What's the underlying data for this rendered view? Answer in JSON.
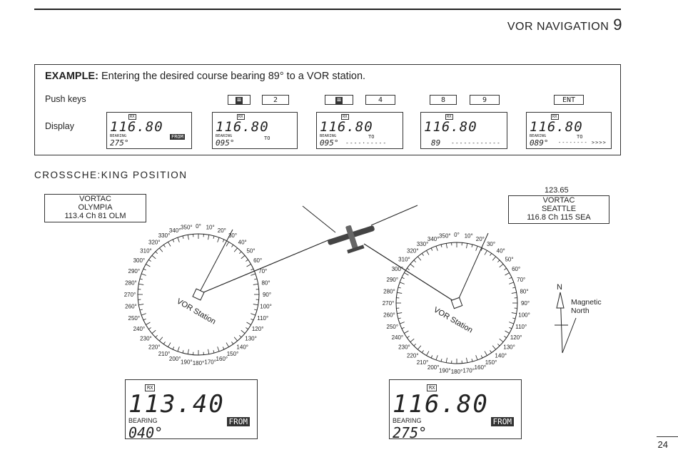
{
  "header": {
    "section": "VOR NAVIGATION",
    "chapter": "9"
  },
  "example": {
    "title_bold": "EXAMPLE:",
    "title_text": "Entering the desired course bearing 89° to a VOR station.",
    "push_keys_label": "Push keys",
    "display_label": "Display",
    "keys": [
      {
        "label": "≡",
        "inverted": true
      },
      {
        "label": "2",
        "inverted": false
      },
      {
        "label": "≡",
        "inverted": true
      },
      {
        "label": "4",
        "inverted": false
      },
      {
        "label": "8",
        "inverted": false
      },
      {
        "label": "9",
        "inverted": false
      },
      {
        "label": "ENT",
        "inverted": false
      }
    ],
    "displays": [
      {
        "rx": "RX",
        "freq": "116.80",
        "bearing_label": "BEARING",
        "bearing": "275°",
        "flag": "FROM",
        "dashes": ""
      },
      {
        "rx": "RX",
        "freq": "116.80",
        "bearing_label": "BEARING",
        "bearing": "095°",
        "flag": "TO",
        "dashes": ""
      },
      {
        "rx": "RX",
        "freq": "116.80",
        "bearing_label": "BEARING",
        "bearing": "095°",
        "flag": "TO",
        "dashes": "----·-----"
      },
      {
        "rx": "RX",
        "freq": "116.80",
        "bearing_label": "",
        "bearing": "89",
        "flag": "",
        "dashes": "------------"
      },
      {
        "rx": "RX",
        "freq": "116.80",
        "bearing_label": "BEARING",
        "bearing": "089°",
        "flag": "TO",
        "dashes": "-------- >>>>"
      }
    ]
  },
  "crosscheck": {
    "title": "CROSSCHE:KING POSITION"
  },
  "stations": {
    "left": {
      "line1": "VORTAC",
      "line2": "OLYMPIA",
      "line3": "113.4 Ch 81 OLM",
      "label": "VOR Station"
    },
    "right": {
      "top": "123.65",
      "line1": "VORTAC",
      "line2": "SEATTLE",
      "line3": "116.8 Ch 115 SEA",
      "label": "VOR Station"
    }
  },
  "compass_ticks": [
    "0°",
    "10°",
    "20°",
    "30°",
    "40°",
    "50°",
    "60°",
    "70°",
    "80°",
    "90°",
    "100°",
    "110°",
    "120°",
    "130°",
    "140°",
    "150°",
    "160°",
    "170°",
    "180°",
    "190°",
    "200°",
    "210°",
    "220°",
    "230°",
    "240°",
    "250°",
    "260°",
    "270°",
    "280°",
    "290°",
    "300°",
    "310°",
    "320°",
    "330°",
    "340°",
    "350°"
  ],
  "north": {
    "n": "N",
    "text1": "Magnetic",
    "text2": "North"
  },
  "big_displays": [
    {
      "rx": "RX",
      "freq": "113.40",
      "bearing_label": "BEARING",
      "bearing": "040°",
      "flag": "FROM"
    },
    {
      "rx": "RX",
      "freq": "116.80",
      "bearing_label": "BEARING",
      "bearing": "275°",
      "flag": "FROM"
    }
  ],
  "page_number": "24"
}
